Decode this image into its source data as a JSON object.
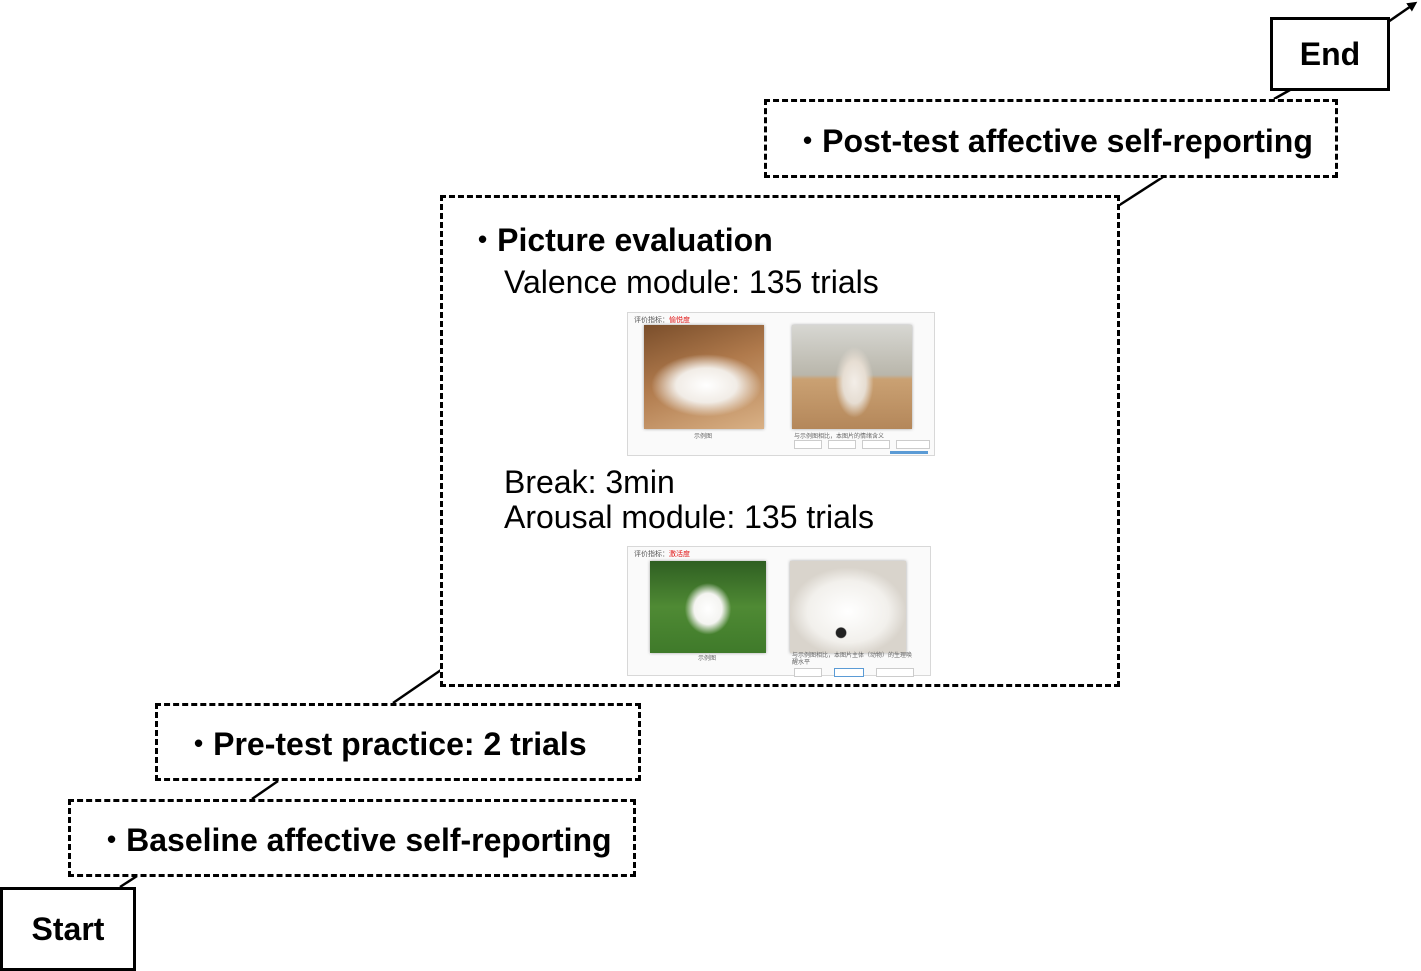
{
  "start": {
    "label": "Start"
  },
  "end": {
    "label": "End"
  },
  "steps": {
    "baseline": {
      "bullet": "•",
      "text": "Baseline affective self-reporting"
    },
    "practice": {
      "bullet": "•",
      "text": "Pre-test practice: 2 trials"
    },
    "evaluation": {
      "bullet": "•",
      "title": "Picture evaluation",
      "valence": "Valence module: 135 trials",
      "break": "Break: 3min",
      "arousal": "Arousal module: 135 trials"
    },
    "posttest": {
      "bullet": "•",
      "text": "Post-test affective self-reporting"
    }
  },
  "screens": {
    "valence": {
      "header_prefix": "评价指标：",
      "header_metric": "愉悦度",
      "example_caption": "示例图",
      "prompt": "与示例图相比，本图片的情绪含义"
    },
    "arousal": {
      "header_prefix": "评价指标：",
      "header_metric": "激活度",
      "example_caption": "示例图",
      "prompt": "与示例图相比，本图片主体（动物）的生理唤醒水平"
    }
  },
  "colors": {
    "line": "#000000",
    "accent_red": "#e01010",
    "progress_blue": "#5b9bd5"
  }
}
